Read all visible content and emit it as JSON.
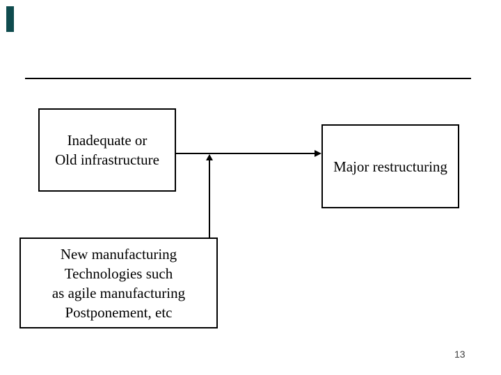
{
  "slide": {
    "accent_color": "#0f4b4e",
    "line_color": "#000000",
    "background_color": "#ffffff",
    "page_number": "13",
    "boxes": [
      {
        "id": "infrastructure",
        "lines": [
          "Inadequate or",
          "Old infrastructure"
        ]
      },
      {
        "id": "restructuring",
        "lines": [
          "Major restructuring"
        ]
      },
      {
        "id": "technologies",
        "lines": [
          "New manufacturing",
          "Technologies such",
          "as agile manufacturing",
          "Postponement, etc"
        ]
      }
    ],
    "arrows": [
      {
        "id": "infrastructure-to-restructuring",
        "direction": "right"
      },
      {
        "id": "technologies-to-arrow",
        "direction": "up"
      }
    ]
  }
}
